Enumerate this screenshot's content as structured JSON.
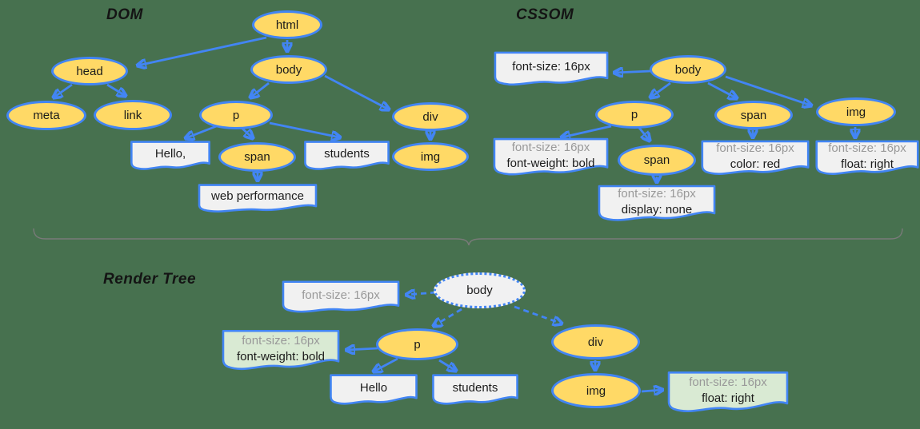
{
  "dom": {
    "title": "DOM",
    "html": "html",
    "head": "head",
    "body": "body",
    "meta": "meta",
    "link": "link",
    "p": "p",
    "span": "span",
    "div": "div",
    "img": "img",
    "hello": "Hello,",
    "students": "students",
    "web_performance": "web performance"
  },
  "cssom": {
    "title": "CSSOM",
    "body": "body",
    "p": "p",
    "span": "span",
    "img": "img",
    "span_child": "span",
    "body_rule": "font-size: 16px",
    "p_rule1": "font-size: 16px",
    "p_rule2": "font-weight: bold",
    "span_rule1": "font-size: 16px",
    "span_rule2": "color: red",
    "img_rule1": "font-size: 16px",
    "img_rule2": "float: right",
    "span_child_rule1": "font-size: 16px",
    "span_child_rule2": "display: none"
  },
  "render": {
    "title": "Render Tree",
    "body": "body",
    "p": "p",
    "div": "div",
    "img": "img",
    "body_rule": "font-size: 16px",
    "p_rule1": "font-size: 16px",
    "p_rule2": "font-weight: bold",
    "hello": "Hello",
    "students": "students",
    "img_rule1": "font-size: 16px",
    "img_rule2": "float: right"
  },
  "colors": {
    "background": "#47714F",
    "node_fill": "#FFD966",
    "stroke_blue": "#4285F4",
    "box_fill": "#F1F1F1",
    "green_box_fill": "#D9EAD3",
    "render_body_fill": "#F1F1F2",
    "inherited_text_gray": "#999999",
    "brace_gray": "#7A7A7A"
  }
}
